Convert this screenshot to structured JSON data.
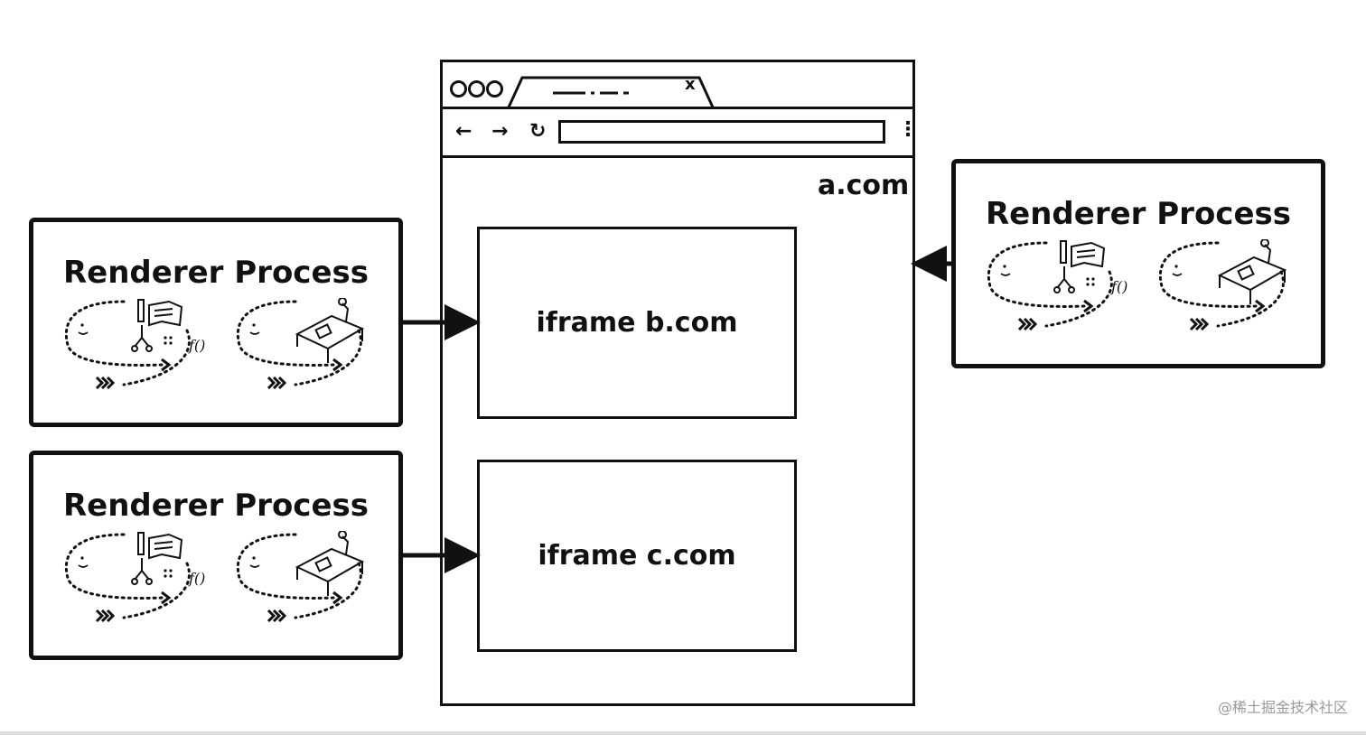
{
  "browser": {
    "tab_close": "x",
    "nav": {
      "back": "←",
      "forward": "→",
      "reload": "↻",
      "menu": "⋮"
    },
    "site_label": "a.com"
  },
  "iframes": [
    {
      "label": "iframe b.com"
    },
    {
      "label": "iframe c.com"
    }
  ],
  "processes": [
    {
      "title": "Renderer Process"
    },
    {
      "title": "Renderer Process"
    },
    {
      "title": "Renderer Process"
    }
  ],
  "watermark": "@稀土掘金技术社区",
  "icons": [
    "smiley-icon",
    "book-icon",
    "function-icon",
    "desk-icon",
    "lamp-icon",
    "chevrons-icon"
  ]
}
